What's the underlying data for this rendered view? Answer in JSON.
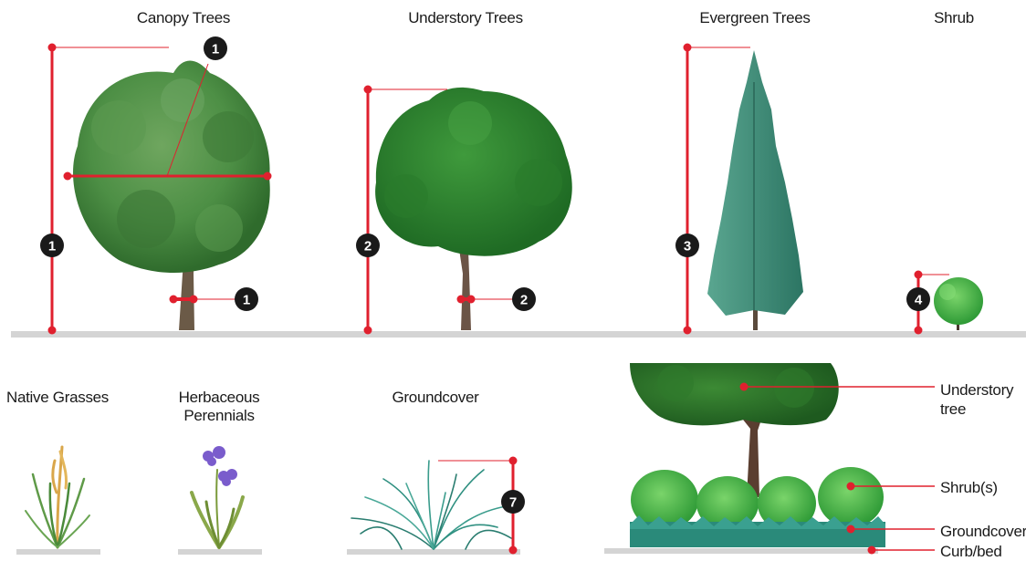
{
  "categories": {
    "canopy_trees": "Canopy Trees",
    "understory_trees": "Understory Trees",
    "evergreen_trees": "Evergreen Trees",
    "shrub": "Shrub",
    "native_grasses": "Native Grasses",
    "herbaceous_perennials": [
      "Herbaceous",
      "Perennials"
    ],
    "groundcover": "Groundcover"
  },
  "markers": {
    "canopy_height": "1",
    "canopy_spread": "1",
    "canopy_trunk": "1",
    "understory_height": "2",
    "understory_trunk": "2",
    "evergreen_height": "3",
    "shrub_height": "4",
    "groundcover_height": "7"
  },
  "layering_callouts": {
    "understory_tree": [
      "Understory",
      "tree"
    ],
    "shrubs": "Shrub(s)",
    "groundcover": "Groundcover",
    "curb_bed": "Curb/bed"
  },
  "colors": {
    "accent_red": "#e0202e",
    "badge": "#1a1a1a",
    "ground": "#d4d4d4",
    "foliage_dark": "#2f6b2c",
    "foliage_mid": "#4d8f45",
    "evergreen": "#3c8c78",
    "shrub": "#48b548",
    "grass_teal": "#2e8f80",
    "flower": "#7a5ccc"
  }
}
